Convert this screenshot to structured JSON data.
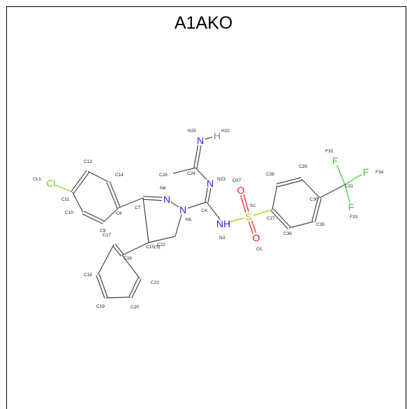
{
  "title": "A1AKO",
  "colors": {
    "bond": "#444444",
    "nitrogen": "#2a2adf",
    "oxygen": "#ee1111",
    "sulfur": "#bbbb00",
    "fluorine": "#33cc33",
    "chlorine": "#77cc11",
    "hydrogen": "#888888",
    "label": "#222222"
  },
  "atoms": [
    {
      "id": "N25",
      "symbol": "N",
      "label": "N25"
    },
    {
      "id": "H22",
      "symbol": "H",
      "label": "H22"
    },
    {
      "id": "C24",
      "symbol": "",
      "label": "C24"
    },
    {
      "id": "C26",
      "symbol": "",
      "label": "C26"
    },
    {
      "id": "N23",
      "symbol": "N",
      "label": "N23"
    },
    {
      "id": "C4",
      "symbol": "",
      "label": "C4"
    },
    {
      "id": "N3",
      "symbol": "NH",
      "label": "N3"
    },
    {
      "id": "S2",
      "symbol": "S",
      "label": "S2"
    },
    {
      "id": "O37",
      "symbol": "O",
      "label": "O37"
    },
    {
      "id": "O1",
      "symbol": "O",
      "label": "O1"
    },
    {
      "id": "C27",
      "symbol": "",
      "label": "C27"
    },
    {
      "id": "C28",
      "symbol": "",
      "label": "C28"
    },
    {
      "id": "C29",
      "symbol": "",
      "label": "C29"
    },
    {
      "id": "C30",
      "symbol": "",
      "label": "C30"
    },
    {
      "id": "C35",
      "symbol": "",
      "label": "C35"
    },
    {
      "id": "C36",
      "symbol": "",
      "label": "C36"
    },
    {
      "id": "C31",
      "symbol": "",
      "label": "C31"
    },
    {
      "id": "F32",
      "symbol": "F",
      "label": "F32"
    },
    {
      "id": "F34",
      "symbol": "F",
      "label": "F34"
    },
    {
      "id": "F33",
      "symbol": "F",
      "label": "F33"
    },
    {
      "id": "N5",
      "symbol": "N",
      "label": "N5"
    },
    {
      "id": "N6",
      "symbol": "N",
      "label": "N6"
    },
    {
      "id": "C7",
      "symbol": "",
      "label": "C7"
    },
    {
      "id": "C15",
      "symbol": "",
      "label": "C15(S)"
    },
    {
      "id": "C22",
      "symbol": "",
      "label": "C22"
    },
    {
      "id": "C8",
      "symbol": "",
      "label": "C8"
    },
    {
      "id": "C9",
      "symbol": "",
      "label": "C9"
    },
    {
      "id": "C10",
      "symbol": "",
      "label": "C10"
    },
    {
      "id": "C11",
      "symbol": "",
      "label": "C11"
    },
    {
      "id": "C13",
      "symbol": "",
      "label": "C13"
    },
    {
      "id": "C14",
      "symbol": "",
      "label": "C14"
    },
    {
      "id": "CL1",
      "symbol": "Cl",
      "label": "CL1"
    },
    {
      "id": "C16",
      "symbol": "",
      "label": "C16"
    },
    {
      "id": "C17",
      "symbol": "",
      "label": "C17"
    },
    {
      "id": "C18",
      "symbol": "",
      "label": "C18"
    },
    {
      "id": "C19",
      "symbol": "",
      "label": "C19"
    },
    {
      "id": "C20",
      "symbol": "",
      "label": "C20"
    },
    {
      "id": "C21",
      "symbol": "",
      "label": "C21"
    }
  ]
}
